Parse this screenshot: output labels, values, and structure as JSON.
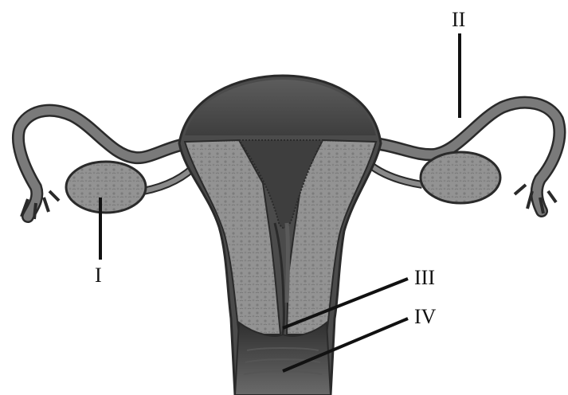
{
  "labels": {
    "ovary": "I",
    "fallopian_tube": "II",
    "cervix": "III",
    "vagina": "IV"
  },
  "colors": {
    "outline": "#2a2a2a",
    "wall": "#8f8f8f",
    "wall_texture": "#6e6e6e",
    "cavity": "#4a4a4a",
    "lumen": "#3a3a3a",
    "tube": "#7a7a7a",
    "ovary": "#9d9d9d",
    "leader": "#111111"
  }
}
